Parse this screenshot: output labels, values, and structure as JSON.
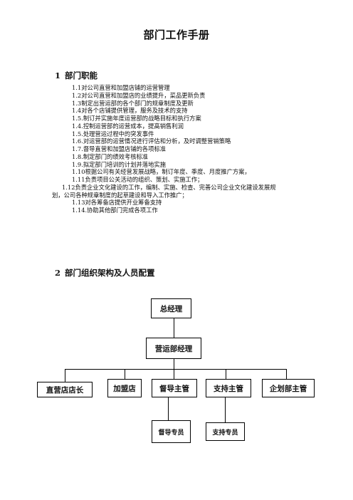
{
  "doc": {
    "title": "部门工作手册",
    "section1": {
      "num": "1",
      "heading": "部门职能"
    },
    "section2": {
      "num": "2",
      "heading": "部门组织架构及人员配置"
    },
    "items": [
      "1.1对公司直营和加盟店铺的运营管理",
      "1.2对公司直营和加盟店的业绩提升，菜品更新负责",
      "1.3制定出营运部的各个部门的规章制度及更新",
      "1.4对各个店铺提供管理，服务及技术的支持",
      "1.5.制订并实施年度运营部的战略目标和执行方案",
      "1.4.控制运营部的运营成本，提高销售利润",
      "1.5.处理营运过程中的突发事件",
      "1.6.对运营部的运营情况进行评估和分析，及时调整营销策略",
      "1.7.督导直营和加盟店铺的各项标准",
      "1.8.制定部门的绩效考核标准",
      "1.9.拟定部门培训的计划并落地实施",
      "1.10根据公司有关经营发展战略，制订年度、季度、月度推广方案，",
      "1.11负责项目公关活动的组织、策划、实施工作；",
      "1.12负责企业文化建设的工作，编制、实施、检查、完善公司企业文化建设发展规划，公司各种规章制度的起草建设和导入工作推广；",
      "1.13对各筹备店提供开业筹备支持",
      "1.14.协助其他部门完成各项工作"
    ]
  },
  "org": {
    "gm": "总经理",
    "ops_manager": "营运部经理",
    "direct_store_manager": "直营店店长",
    "franchise": "加盟店",
    "supervisor_head": "督导主管",
    "support_head": "支持主管",
    "planning_head": "企划部主管",
    "supervisor_staff": "督导专员",
    "support_staff": "支持专员"
  }
}
